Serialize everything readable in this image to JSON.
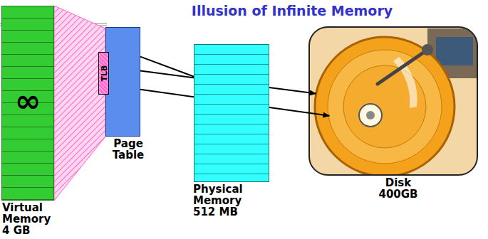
{
  "diagram": {
    "title": "Illusion of Infinite Memory",
    "nodes": [
      {
        "text": [
          "∞",
          "Virtual Memory 4 GB"
        ]
      },
      {
        "text": [
          "Page Table"
        ]
      },
      {
        "text": [
          "TLB"
        ],
        "in": 1
      },
      {
        "text": [
          "Physical Memory 512 MB"
        ]
      },
      {
        "text": [
          "Disk 400GB"
        ]
      }
    ],
    "edges": [
      {
        "from": 1,
        "to": 3,
        "arrow": "to"
      },
      {
        "from": 1,
        "to": 4,
        "arrow": "to"
      },
      {
        "from": 1,
        "to": 4,
        "arrow": "to"
      }
    ]
  }
}
